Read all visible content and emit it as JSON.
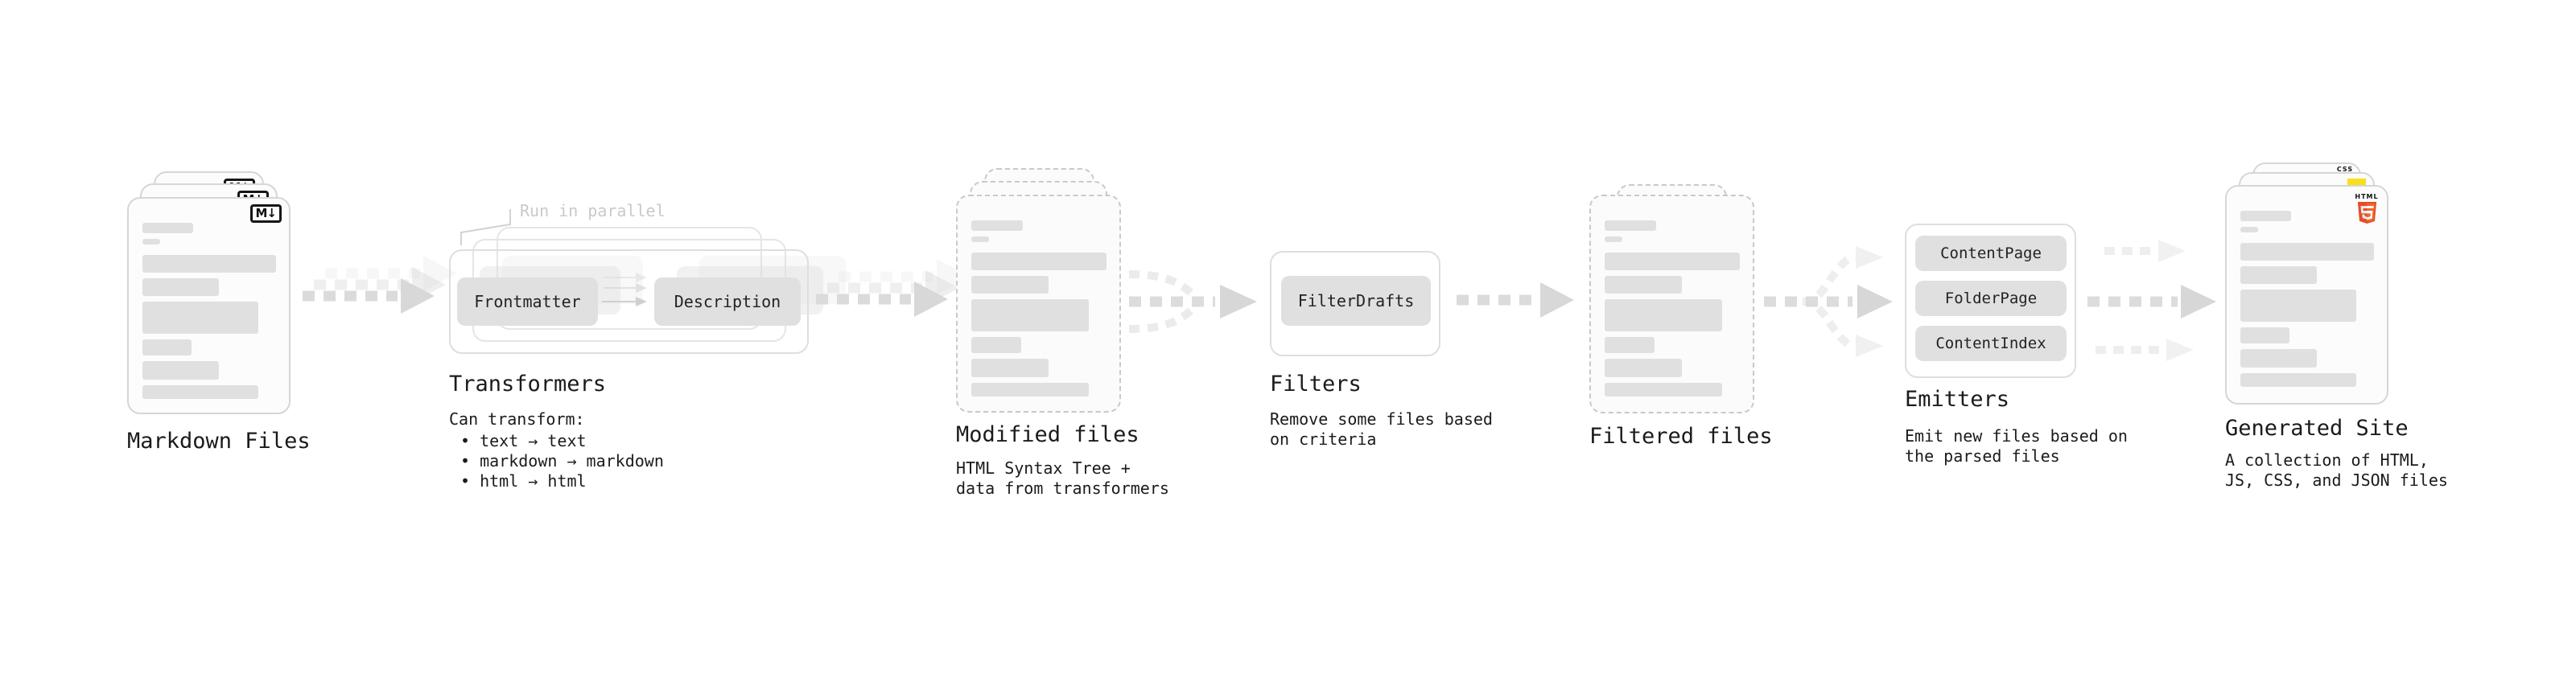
{
  "icons": {
    "markdown_badge": "M↓",
    "html5_label": "HTML",
    "css_label": "CSS"
  },
  "colors": {
    "html5_orange": "#e44d26",
    "html5_orange_light": "#f16529",
    "js_yellow": "#f7df1e",
    "css_blue": "#2965f1",
    "pill_gray": "#e0e0e0",
    "arrow_gray": "#d8d8d8"
  },
  "stages": {
    "markdown": {
      "label": "Markdown Files"
    },
    "transformers": {
      "label": "Transformers",
      "note": "Run in parallel",
      "pills": [
        "Frontmatter",
        "Description"
      ],
      "desc_title": "Can transform:",
      "bullets": [
        "• text → text",
        "• markdown → markdown",
        "• html → html"
      ]
    },
    "modified": {
      "label": "Modified files",
      "desc": "HTML Syntax Tree +\ndata from transformers"
    },
    "filters": {
      "label": "Filters",
      "pill": "FilterDrafts",
      "desc": "Remove some files based\non criteria"
    },
    "filtered": {
      "label": "Filtered files"
    },
    "emitters": {
      "label": "Emitters",
      "pills": [
        "ContentPage",
        "FolderPage",
        "ContentIndex"
      ],
      "desc": "Emit new files based on\nthe parsed files"
    },
    "generated": {
      "label": "Generated Site",
      "desc": "A collection of HTML,\nJS, CSS, and JSON files"
    }
  }
}
